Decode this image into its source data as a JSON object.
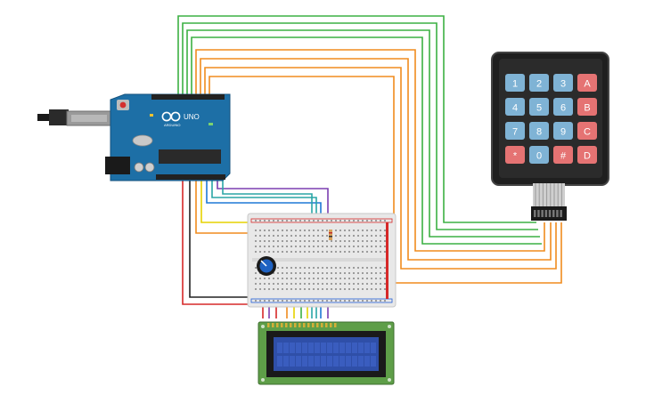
{
  "arduino": {
    "brand": "ARDUINO",
    "model": "UNO",
    "icon": "arduino-infinity-logo"
  },
  "keypad": {
    "keys": [
      [
        "1",
        "2",
        "3",
        "A"
      ],
      [
        "4",
        "5",
        "6",
        "B"
      ],
      [
        "7",
        "8",
        "9",
        "C"
      ],
      [
        "*",
        "0",
        "#",
        "D"
      ]
    ],
    "colors": {
      "body": "#2b2b2b",
      "digit_key": "#7fb3d5",
      "letter_key": "#e57373"
    }
  },
  "wire_colors": {
    "green": "#3cb043",
    "orange": "#f08c1e",
    "red": "#d62828",
    "black": "#222222",
    "yellow": "#e6d200",
    "blue": "#1e78d6",
    "purple": "#7b3fb0",
    "teal": "#2aa6a6"
  },
  "lcd": {
    "board_color": "#5e9e48",
    "screen_color": "#2f4fa8"
  }
}
